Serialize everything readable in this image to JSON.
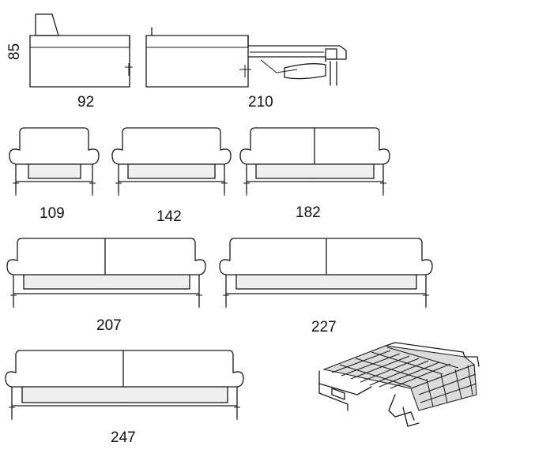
{
  "dimensions": {
    "height_side": "85",
    "armchair_side": "92",
    "sofabed_open_side": "210",
    "sofa_109": "109",
    "sofa_142": "142",
    "sofa_182": "182",
    "sofa_207": "207",
    "sofa_227": "227",
    "sofa_247": "247"
  },
  "colors": {
    "line": "#1a1a1a",
    "cushion": "#efefef",
    "background": "#ffffff"
  }
}
